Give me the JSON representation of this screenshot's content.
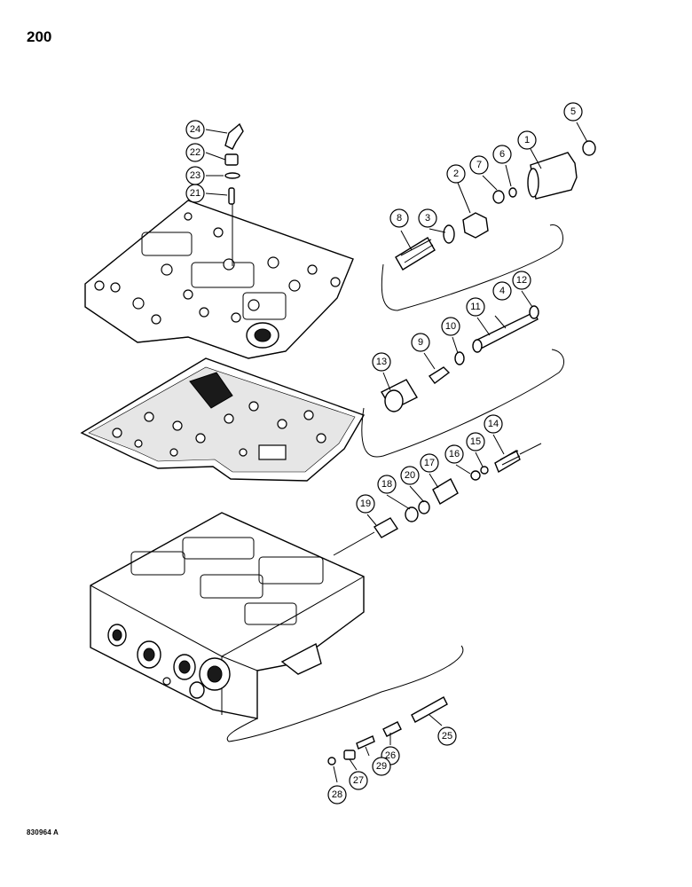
{
  "page_number": "200",
  "figure_code": "830964 A",
  "callouts": [
    {
      "label": "1"
    },
    {
      "label": "2"
    },
    {
      "label": "3"
    },
    {
      "label": "4"
    },
    {
      "label": "5"
    },
    {
      "label": "6"
    },
    {
      "label": "7"
    },
    {
      "label": "8"
    },
    {
      "label": "9"
    },
    {
      "label": "10"
    },
    {
      "label": "11"
    },
    {
      "label": "12"
    },
    {
      "label": "13"
    },
    {
      "label": "14"
    },
    {
      "label": "15"
    },
    {
      "label": "16"
    },
    {
      "label": "17"
    },
    {
      "label": "18"
    },
    {
      "label": "19"
    },
    {
      "label": "20"
    },
    {
      "label": "21"
    },
    {
      "label": "22"
    },
    {
      "label": "23"
    },
    {
      "label": "24"
    },
    {
      "label": "25"
    },
    {
      "label": "26"
    },
    {
      "label": "27"
    },
    {
      "label": "28"
    },
    {
      "label": "29"
    }
  ]
}
